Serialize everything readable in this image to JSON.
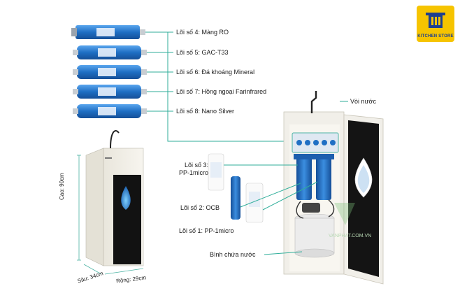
{
  "brand": {
    "name": "KITCHEN STORE",
    "icon": "kitchen-store-logo",
    "color": "#f6c400",
    "text_color": "#1d3f8f"
  },
  "colors": {
    "filter_blue": "#1f6fc4",
    "line_teal": "#2fae9a",
    "housing": "#f1efe9"
  },
  "filters_top": [
    {
      "label": "Lõi số 4: Màng RO"
    },
    {
      "label": "Lõi số 5: GAC-T33"
    },
    {
      "label": "Lõi số 6: Đá khoáng Mineral"
    },
    {
      "label": "Lõi số 7: Hồng ngoại Farinfrared"
    },
    {
      "label": "Lõi số 8: Nano Silver"
    }
  ],
  "faucet_label": "Vòi nước",
  "lower_labels": {
    "core3": "Lõi số 3: PP-1micro",
    "core2": "Lõi số 2: OCB",
    "core1": "Lõi số 1: PP-1micro",
    "tank": "Bình chứa nước"
  },
  "dimensions": {
    "height": "Cao: 90cm",
    "depth": "Sâu: 34cm",
    "width": "Rộng: 29cm"
  },
  "watermark": "VANPHAT.COM.VN"
}
